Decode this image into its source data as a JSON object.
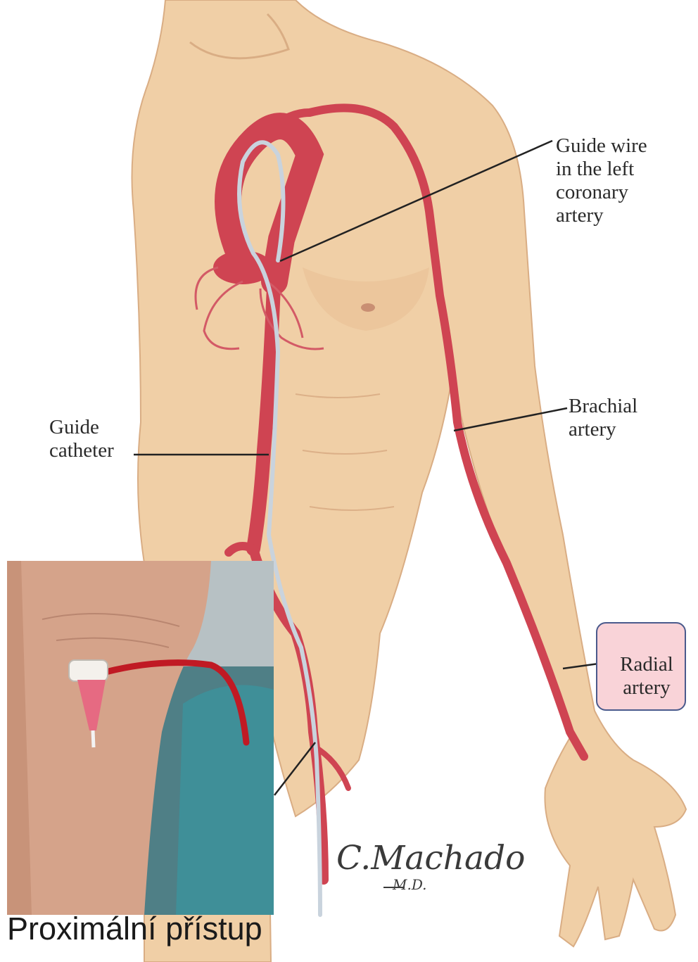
{
  "labels": {
    "guide_wire": "Guide wire\nin the left\ncoronary\nartery",
    "brachial": "Brachial\nartery",
    "guide_catheter": "Guide\ncatheter",
    "radial": "Radial\nartery"
  },
  "caption": "Proximální přístup",
  "signature": {
    "name": "C.Machado",
    "suffix": "M.D."
  },
  "colors": {
    "skin": "#f0cfa6",
    "artery": "#cf4452",
    "radial_box_fill": "#f9d3d8",
    "radial_box_border": "#4a5a8c",
    "surgical_drape": "#3f8f98",
    "catheter_tube": "#c01a24"
  }
}
